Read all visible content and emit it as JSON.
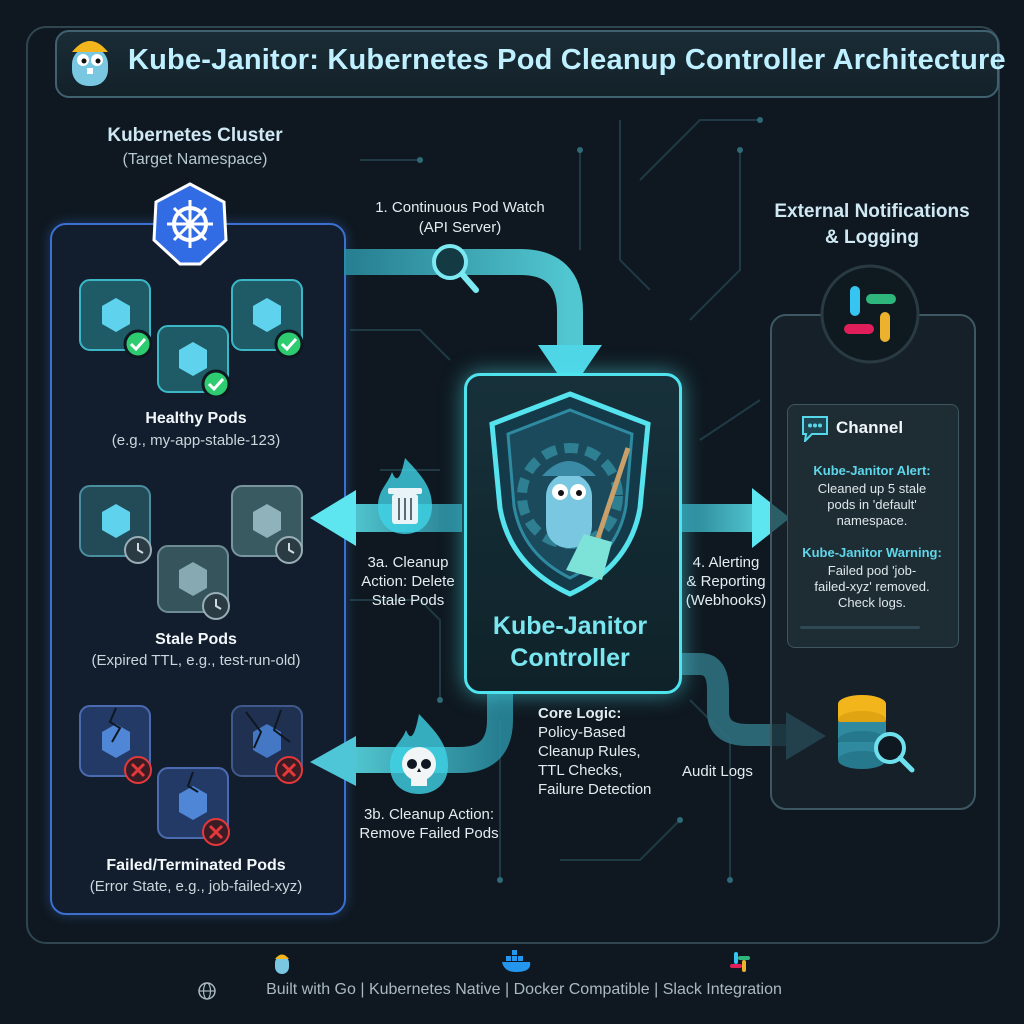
{
  "title": "Kube-Janitor: Kubernetes Pod Cleanup Controller Architecture",
  "cluster": {
    "heading": "Kubernetes Cluster",
    "subheading": "(Target Namespace)",
    "healthy": {
      "label": "Healthy Pods",
      "example": "(e.g., my-app-stable-123)"
    },
    "stale": {
      "label": "Stale Pods",
      "example": "(Expired TTL, e.g., test-run-old)"
    },
    "failed": {
      "label": "Failed/Terminated Pods",
      "example": "(Error State, e.g., job-failed-xyz)"
    }
  },
  "steps": {
    "watch": {
      "title": "1. Continuous Pod Watch",
      "detail": "(API Server)"
    },
    "cleanup_a": {
      "line1": "3a. Cleanup",
      "line2": "Action: Delete",
      "line3": "Stale Pods"
    },
    "cleanup_b": {
      "line1": "3b. Cleanup Action:",
      "line2": "Remove Failed Pods"
    },
    "alerting": {
      "line1": "4. Alerting",
      "line2": "& Reporting",
      "line3": "(Webhooks)"
    },
    "audit": "Audit Logs"
  },
  "controller": {
    "name_line1": "Kube-Janitor",
    "name_line2": "Controller",
    "core_logic": [
      "Core Logic:",
      "Policy-Based",
      "Cleanup Rules,",
      "TTL Checks,",
      "Failure Detection"
    ]
  },
  "external": {
    "heading_line1": "External Notifications",
    "heading_line2": "& Logging",
    "channel": {
      "title": "Channel",
      "alert_title": "Kube-Janitor Alert:",
      "alert_body": [
        "Cleaned up 5 stale",
        "pods in 'default'",
        "namespace."
      ],
      "warning_title": "Kube-Janitor Warning:",
      "warning_body": [
        "Failed pod 'job-",
        "failed-xyz' removed.",
        "Check logs."
      ]
    }
  },
  "footer": "Built with Go | Kubernetes Native | Docker Compatible | Slack Integration",
  "colors": {
    "accent": "#4fe3ee",
    "panel_border": "#3b6fd0",
    "healthy": "#2ecc71",
    "failed": "#e5383b"
  }
}
